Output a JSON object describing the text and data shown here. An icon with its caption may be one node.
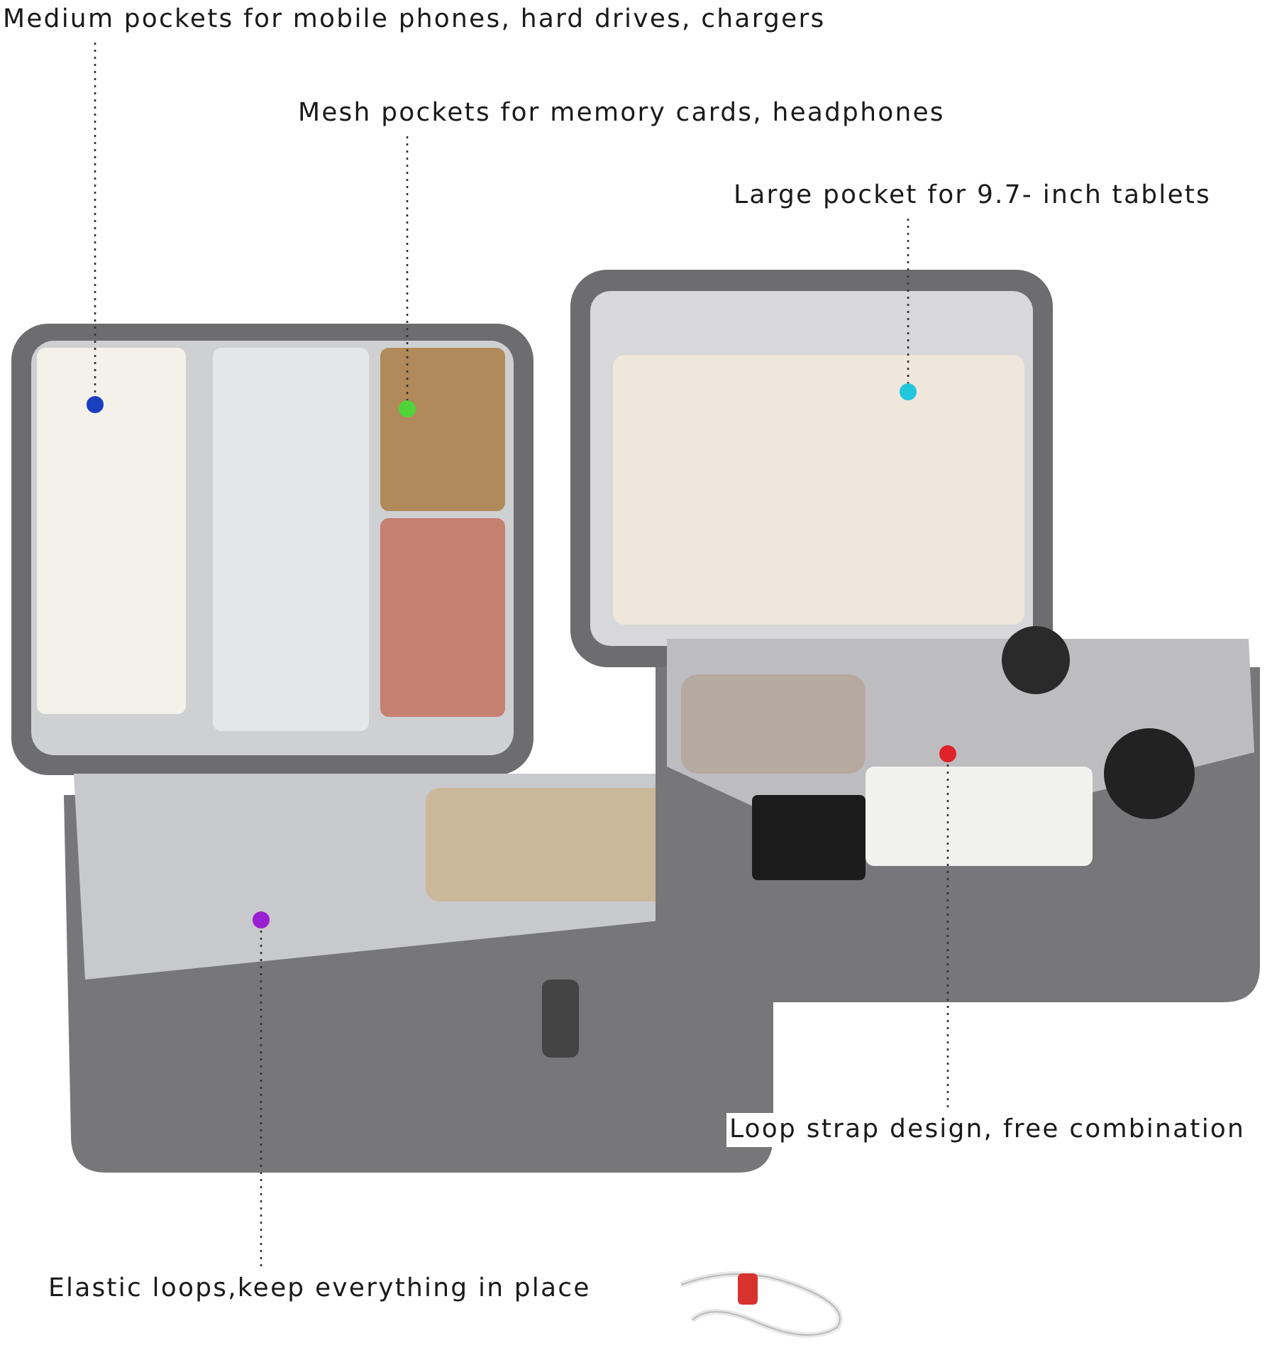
{
  "diagram": {
    "nodes": [
      {
        "text": [
          "Medium pockets for mobile phones, hard drives, chargers"
        ]
      },
      {
        "text": [],
        "shape": "circle"
      },
      {
        "text": [
          "Mesh pockets for memory cards, headphones"
        ]
      },
      {
        "text": [],
        "shape": "circle"
      },
      {
        "text": [
          "Large pocket for 9.7- inch tablets"
        ]
      },
      {
        "text": [],
        "shape": "circle"
      },
      {
        "text": [
          "Loop strap design, free combination"
        ]
      },
      {
        "text": [],
        "shape": "circle"
      },
      {
        "text": [
          "Elastic loops,keep everything in place"
        ]
      },
      {
        "text": [],
        "shape": "circle"
      }
    ],
    "edges": [
      {
        "from": 0,
        "to": 1,
        "arrow": "none",
        "style": "dashed"
      },
      {
        "from": 2,
        "to": 3,
        "arrow": "none",
        "style": "dashed"
      },
      {
        "from": 4,
        "to": 5,
        "arrow": "none",
        "style": "dashed"
      },
      {
        "from": 6,
        "to": 7,
        "arrow": "none",
        "style": "dashed"
      },
      {
        "from": 8,
        "to": 9,
        "arrow": "none",
        "style": "dashed"
      }
    ]
  }
}
